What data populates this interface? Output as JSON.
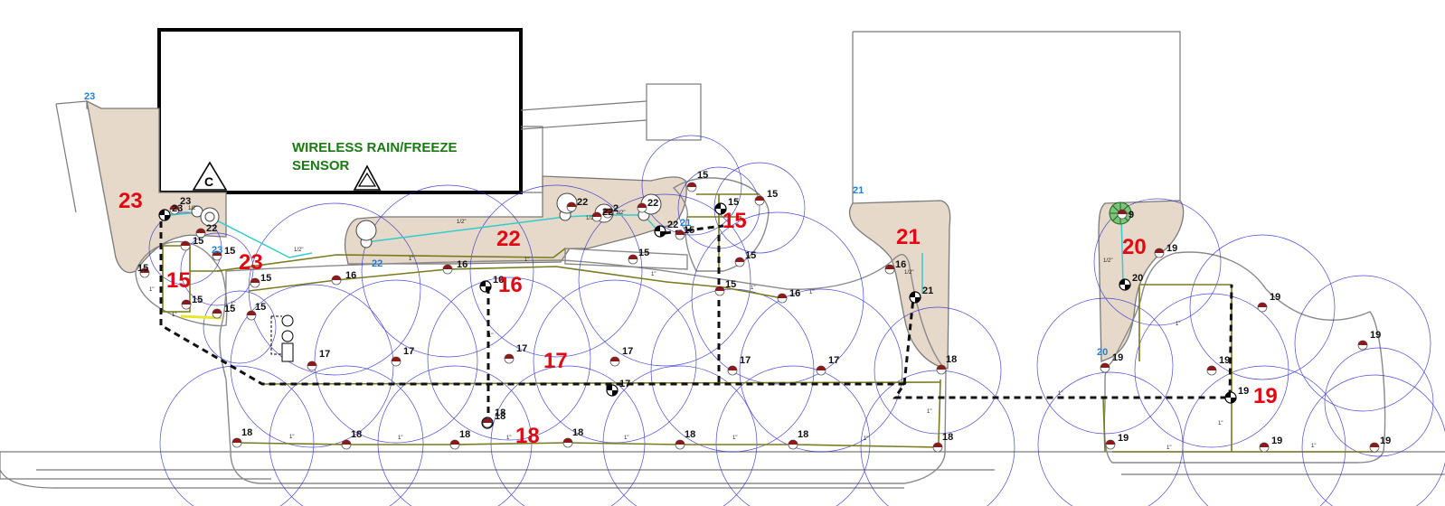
{
  "colors": {
    "bed_fill": "#e6d9c9",
    "outline": "#7a7a7a",
    "lateral": "#7a7a1e",
    "drip": "#33cccc",
    "mainline": "#111111",
    "spray_arc": "#2b2bd0",
    "zone_label": "#e30613",
    "controller_label": "#1e7fd6",
    "note": "#1a7a12",
    "head_fill": "#8b1a1a"
  },
  "sensor_note": {
    "line1": "WIRELESS RAIN/FREEZE",
    "line2": "SENSOR"
  },
  "controller_symbol": "C",
  "pipe_labels": [
    "1\"",
    "1/2\""
  ],
  "zone_labels": [
    {
      "text": "23"
    },
    {
      "text": "15"
    },
    {
      "text": "23"
    },
    {
      "text": "22"
    },
    {
      "text": "15"
    },
    {
      "text": "16"
    },
    {
      "text": "17"
    },
    {
      "text": "18"
    },
    {
      "text": "21"
    },
    {
      "text": "20"
    },
    {
      "text": "19"
    }
  ],
  "controller_station_labels": [
    {
      "text": "23"
    },
    {
      "text": "23"
    },
    {
      "text": "22"
    },
    {
      "text": "21"
    },
    {
      "text": "21"
    },
    {
      "text": "20"
    }
  ],
  "valve_labels": [
    {
      "text": "23"
    },
    {
      "text": "22"
    },
    {
      "text": "15"
    },
    {
      "text": "16"
    },
    {
      "text": "17"
    },
    {
      "text": "18"
    },
    {
      "text": "21"
    },
    {
      "text": "20"
    },
    {
      "text": "19"
    }
  ],
  "head_labels": [
    {
      "text": "23"
    },
    {
      "text": "22"
    },
    {
      "text": "22"
    },
    {
      "text": "22"
    },
    {
      "text": "2"
    },
    {
      "text": "22"
    },
    {
      "text": "15"
    },
    {
      "text": "15"
    },
    {
      "text": "15"
    },
    {
      "text": "15"
    },
    {
      "text": "15"
    },
    {
      "text": "15"
    },
    {
      "text": "15"
    },
    {
      "text": "15"
    },
    {
      "text": "15"
    },
    {
      "text": "15"
    },
    {
      "text": "15"
    },
    {
      "text": "15"
    },
    {
      "text": "15"
    },
    {
      "text": "16"
    },
    {
      "text": "16"
    },
    {
      "text": "16"
    },
    {
      "text": "16"
    },
    {
      "text": "17"
    },
    {
      "text": "17"
    },
    {
      "text": "17"
    },
    {
      "text": "17"
    },
    {
      "text": "17"
    },
    {
      "text": "17"
    },
    {
      "text": "18"
    },
    {
      "text": "18"
    },
    {
      "text": "18"
    },
    {
      "text": "18"
    },
    {
      "text": "18"
    },
    {
      "text": "18"
    },
    {
      "text": "18"
    },
    {
      "text": "18"
    },
    {
      "text": "18"
    },
    {
      "text": "9"
    },
    {
      "text": "19"
    },
    {
      "text": "19"
    },
    {
      "text": "19"
    },
    {
      "text": "19"
    },
    {
      "text": "19"
    },
    {
      "text": "19"
    },
    {
      "text": "19"
    },
    {
      "text": "19"
    }
  ]
}
